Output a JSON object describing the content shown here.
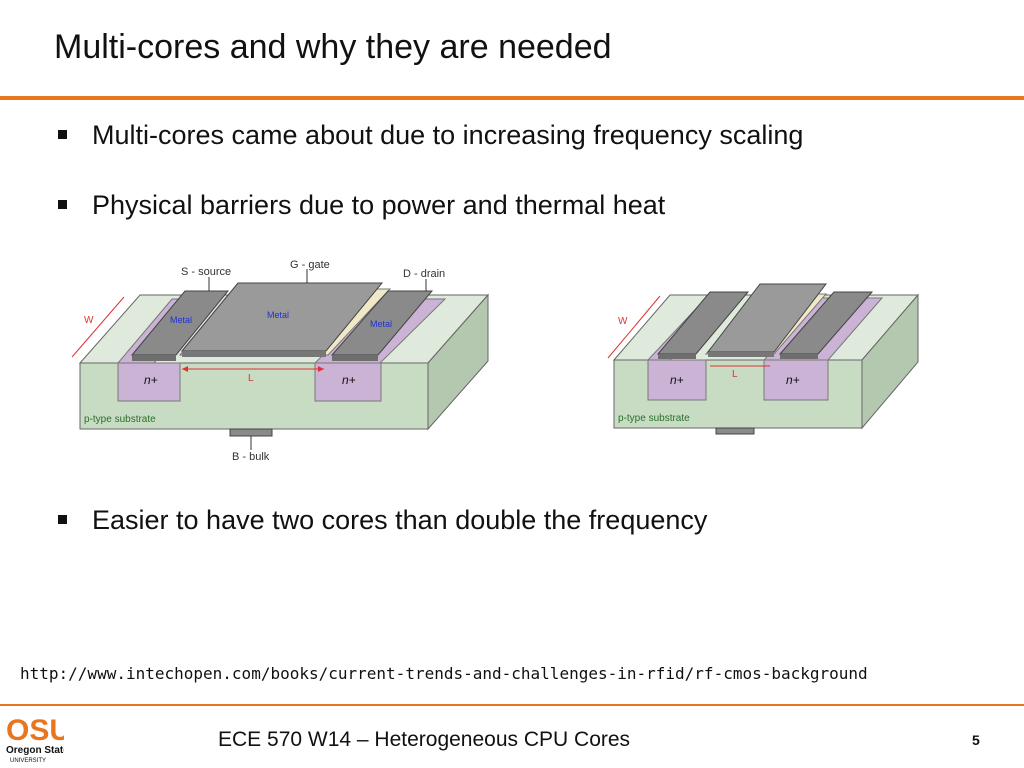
{
  "slide": {
    "title": "Multi-cores and why they are needed",
    "bullets": [
      "Multi-cores came about due to increasing frequency scaling",
      "Physical barriers due to power and thermal heat",
      "Easier to have two cores than double the frequency"
    ],
    "source_url": "http://www.intechopen.com/books/current-trends-and-challenges-in-rfid/rf-cmos-background",
    "footer": "ECE 570 W14 – Heterogeneous CPU Cores",
    "page_number": "5"
  },
  "diagram_large": {
    "label_source": "S - source",
    "label_gate": "G - gate",
    "label_drain": "D - drain",
    "label_bulk": "B - bulk",
    "label_w": "W",
    "label_l": "L",
    "metal_left": "Metal",
    "metal_center": "Metal",
    "metal_right": "Metal",
    "n_left": "n+",
    "n_right": "n+",
    "substrate": "p-type substrate"
  },
  "diagram_small": {
    "label_w": "W",
    "label_l": "L",
    "n_left": "n+",
    "n_right": "n+",
    "substrate": "p-type substrate"
  },
  "logo": {
    "text": "OSU",
    "subtext": "Oregon State",
    "subtext2": "UNIVERSITY"
  },
  "colors": {
    "accent": "#e8761e",
    "substrate": "#c8dcc4",
    "ndoped": "#cbb3d6",
    "metal": "#8a8a8a"
  }
}
